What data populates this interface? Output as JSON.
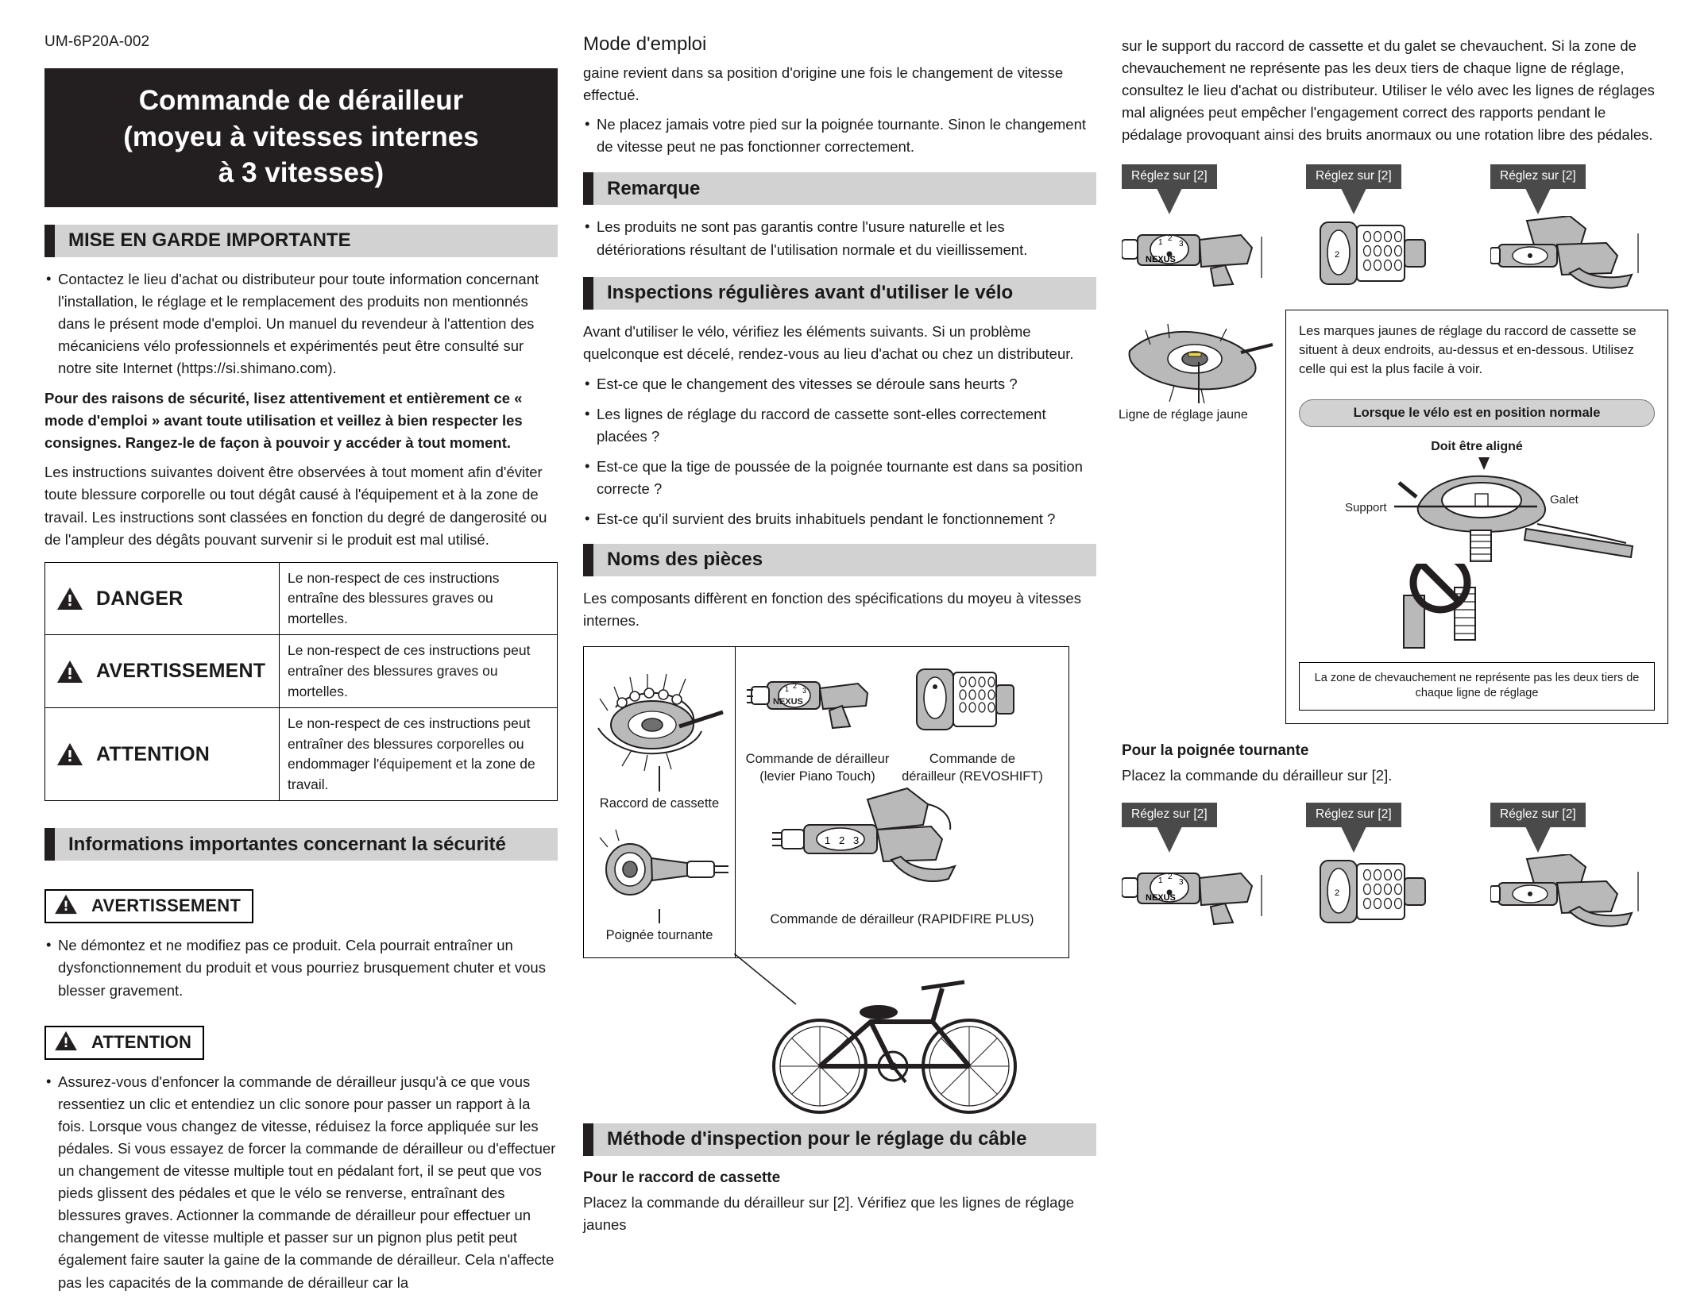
{
  "header": {
    "doc_number": "UM-6P20A-002",
    "mode_label": "Mode d'emploi"
  },
  "title": {
    "line1": "Commande de dérailleur",
    "line2": "(moyeu à vitesses internes",
    "line3": "à 3 vitesses)"
  },
  "sections": {
    "mise_en_garde": "MISE EN GARDE IMPORTANTE",
    "info_securite": "Informations importantes concernant la sécurité",
    "remarque": "Remarque",
    "inspections": "Inspections régulières avant d'utiliser le vélo",
    "noms_pieces": "Noms des pièces",
    "methode": "Méthode d'inspection pour le réglage du câble"
  },
  "left": {
    "bullet1": "Contactez le lieu d'achat ou distributeur pour toute information concernant l'installation, le réglage et le remplacement des produits non mentionnés dans le présent mode d'emploi. Un manuel du revendeur à l'attention des mécaniciens vélo professionnels et expérimentés peut être consulté sur notre site Internet (https://si.shimano.com).",
    "bold_para": "Pour des raisons de sécurité, lisez attentivement et entièrement ce « mode d'emploi » avant toute utilisation et veillez à bien respecter les consignes. Rangez-le de façon à pouvoir y accéder à tout moment.",
    "para2": "Les instructions suivantes doivent être observées à tout moment afin d'éviter toute blessure corporelle ou tout dégât causé à l'équipement et à la zone de travail. Les instructions sont classées en fonction du degré de dangerosité ou de l'ampleur des dégâts pouvant survenir si le produit est mal utilisé.",
    "warn_table": [
      {
        "level": "DANGER",
        "desc": "Le non-respect de ces instructions entraîne des blessures graves ou mortelles."
      },
      {
        "level": "AVERTISSEMENT",
        "desc": "Le non-respect de ces instructions peut entraîner des blessures graves ou mortelles."
      },
      {
        "level": "ATTENTION",
        "desc": "Le non-respect de ces instructions peut entraîner des blessures corporelles ou endommager l'équipement et la zone de travail."
      }
    ],
    "avertissement_label": "AVERTISSEMENT",
    "avertissement_bullet": "Ne démontez et ne modifiez pas ce produit. Cela pourrait entraîner un dysfonctionnement du produit et vous pourriez brusquement chuter et vous blesser gravement.",
    "attention_label": "ATTENTION",
    "attention_bullet": "Assurez-vous d'enfoncer la commande de dérailleur jusqu'à ce que vous ressentiez un clic et entendiez un clic sonore pour passer un rapport à la fois. Lorsque vous changez de vitesse, réduisez la force appliquée sur les pédales. Si vous essayez de forcer la commande de dérailleur ou d'effectuer un changement de vitesse multiple tout en pédalant fort, il se peut que vos pieds glissent des pédales et que le vélo se renverse, entraînant des blessures graves. Actionner la commande de dérailleur pour effectuer un changement de vitesse multiple et passer sur un pignon plus petit peut également faire sauter la gaine de la commande de dérailleur. Cela n'affecte pas les capacités de la commande de dérailleur car la"
  },
  "middle": {
    "cont_top": "gaine revient dans sa position d'origine une fois le changement de vitesse effectué.",
    "bullet_pied": "Ne placez jamais votre pied sur la poignée tournante. Sinon le changement de vitesse peut ne pas fonctionner correctement.",
    "remarque_bullet": "Les produits ne sont pas garantis contre l'usure naturelle et les détériorations résultant de l'utilisation normale et du vieillissement.",
    "inspections_intro": "Avant d'utiliser le vélo, vérifiez les éléments suivants. Si un problème quelconque est décelé, rendez-vous au lieu d'achat ou chez un distributeur.",
    "inspections_items": [
      "Est-ce que le changement des vitesses se déroule sans heurts ?",
      "Les lignes de réglage du raccord de cassette sont-elles correctement placées ?",
      "Est-ce que la tige de poussée de la poignée tournante est dans sa position correcte ?",
      "Est-ce qu'il survient des bruits inhabituels pendant le fonctionnement ?"
    ],
    "noms_intro": "Les composants diffèrent en fonction des spécifications du moyeu à vitesses internes.",
    "fig_labels": {
      "raccord": "Raccord de cassette",
      "poignee": "Poignée tournante",
      "piano": "Commande de dérailleur (levier Piano Touch)",
      "revoshift": "Commande de dérailleur (REVOSHIFT)",
      "rapidfire": "Commande de dérailleur (RAPIDFIRE PLUS)",
      "nexus_brand": "NEXUS"
    },
    "methode_sub": "Pour le raccord de cassette",
    "methode_text": "Placez la commande du dérailleur sur [2]. Vérifiez que les lignes de réglage jaunes"
  },
  "right": {
    "cont_top": "sur le support du raccord de cassette et du galet se chevauchent. Si la zone de chevauchement ne représente pas les deux tiers de chaque ligne de réglage, consultez le lieu d'achat ou distributeur. Utiliser le vélo avec les lignes de réglages mal alignées peut empêcher l'engagement correct des rapports pendant le pédalage provoquant ainsi des bruits anormaux ou une rotation libre des pédales.",
    "callout_label": "Réglez sur [2]",
    "callouts_row1": [
      "Réglez sur [2]",
      "Réglez sur [2]",
      "Réglez sur [2]"
    ],
    "callouts_row2": [
      "Réglez sur [2]",
      "Réglez sur [2]",
      "Réglez sur [2]"
    ],
    "yellow_line_label": "Ligne de réglage jaune",
    "infobox_text": "Les marques jaunes de réglage du raccord de cassette se situent à deux endroits, au-dessus et en-dessous. Utilisez celle qui est la plus facile à voir.",
    "pill_text": "Lorsque le vélo est en position normale",
    "aligned_label": "Doit être aligné",
    "support_label": "Support",
    "galet_label": "Galet",
    "prohibition_note": "La zone de chevauchement ne représente pas les deux tiers de chaque ligne de réglage",
    "poignee_sub": "Pour la poignée tournante",
    "poignee_text": "Placez la commande du dérailleur sur [2]."
  }
}
